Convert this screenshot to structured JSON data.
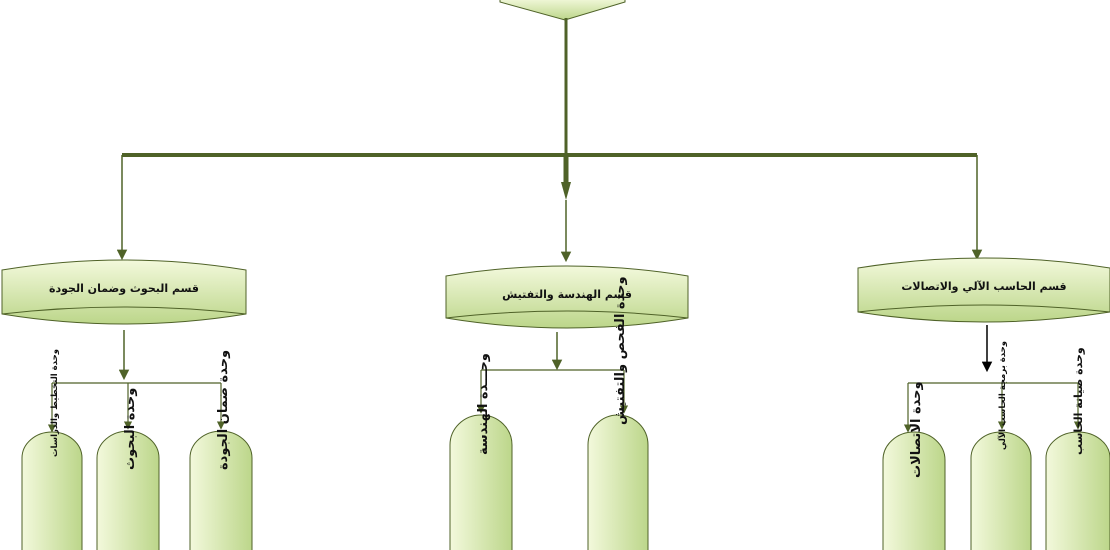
{
  "colors": {
    "line": "#4f6228",
    "fill_light": "#f3f9dc",
    "fill_dark": "#bcd68a",
    "outline": "#4f6228",
    "text": "#111111"
  },
  "departments": [
    {
      "label": "قسم البحوث وضمان الجودة",
      "units": [
        {
          "label": "وحدة التخطيط والدراسات"
        },
        {
          "label": "وحدة البحوث"
        },
        {
          "label": "وحدة ضمان الجودة"
        }
      ]
    },
    {
      "label": "قسم الهندسة والتفتيش",
      "units": [
        {
          "label": "وحـــدة الهندسة"
        },
        {
          "label": "وحدة الفحص والتفتيش"
        }
      ]
    },
    {
      "label": "قسم الحاسب الآلي والاتصالات",
      "units": [
        {
          "label": "وحدة الاتصالات"
        },
        {
          "label": "وحدة برمجة الحاسب الآلي"
        },
        {
          "label": "وحدة صيانة الحاسب"
        }
      ]
    }
  ]
}
